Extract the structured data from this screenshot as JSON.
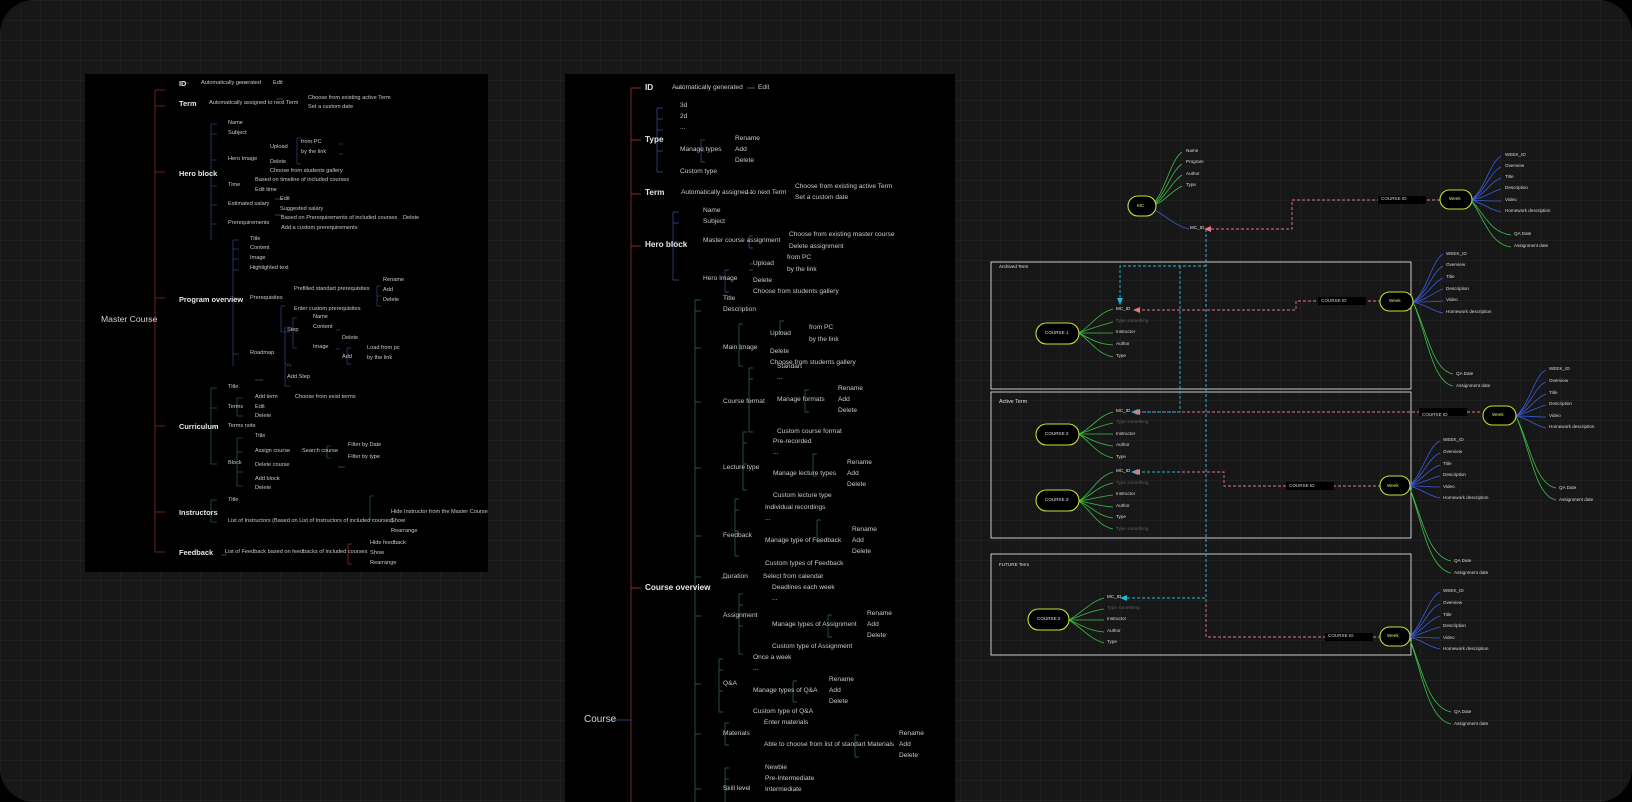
{
  "master_course": {
    "root": "Master Course",
    "id": {
      "label": "ID",
      "auto": "Automatically generated",
      "edit": "Edit"
    },
    "term": {
      "label": "Term",
      "auto": "Automatically assigned to next Term",
      "choose": "Choose from existing active Term",
      "custom": "Set a custom date"
    },
    "hero": {
      "label": "Hero block",
      "name": "Name",
      "subject": "Subject",
      "hero_image": "Hero Image",
      "upload": "Upload",
      "from_pc": "from PC",
      "by_link": "by the link",
      "delete": "Delete",
      "gallery": "Choose from students gallery",
      "time": "Time",
      "timeline": "Based on timeline of included courses",
      "edit_time": "Edit time",
      "salary": "Estimated salary",
      "salary_edit": "Edit",
      "suggested": "Suggested salary",
      "prereq": "Prerequirements",
      "prereq_based": "Based on Prerequirements of included courses",
      "prereq_delete": "Delete",
      "prereq_custom": "Add a custom prerequirements"
    },
    "program": {
      "label": "Program overview",
      "title": "Title",
      "content": "Content",
      "image": "Image",
      "highlighted": "Highlighted text",
      "prerequisites": "Prerequisites",
      "prefilled": "Prefilled standart prerequisites",
      "rename": "Rename",
      "add": "Add",
      "delete": "Delete",
      "custom": "Enter custom prerequisites",
      "roadmap": "Roadmap",
      "step": "Step",
      "step_name": "Name",
      "step_content": "Content",
      "step_image": "Image",
      "img_delete": "Delete",
      "img_add": "Add",
      "load_pc": "Load from pc",
      "by_link": "by the link",
      "ellipsis": "...",
      "add_step": "Add Step"
    },
    "curriculum": {
      "label": "Curriculum",
      "title": "Title",
      "terms": "Terms",
      "add_term": "Add term",
      "existing": "Choose from exist terms",
      "edit": "Edit",
      "delete": "Delete",
      "terms_note": "Terms note",
      "block": "Block",
      "block_title": "Title",
      "assign": "Assign course",
      "search": "Search course",
      "filter_date": "Filter by Date",
      "filter_type": "Filter by type",
      "delete_course": "Delete course",
      "add_block": "Add block",
      "block_delete": "Delete"
    },
    "instructors": {
      "label": "Instructors",
      "title": "Title",
      "list": "List of Instructors (Based on List of Instructors of included courses)",
      "hide": "Hide Instructor from the Master Course",
      "show": "Show",
      "rearrange": "Rearrange"
    },
    "feedback": {
      "label": "Feedback",
      "list": "List of Feedback based on feedbacks of included courses",
      "hide": "Hide feedback",
      "show": "Show",
      "rearrange": "Rearrange"
    }
  },
  "course": {
    "root": "Course",
    "id": {
      "label": "ID",
      "auto": "Automatically generated",
      "edit": "Edit"
    },
    "type": {
      "label": "Type",
      "o1": "3d",
      "o2": "2d",
      "o3": "...",
      "manage": "Manage types",
      "rename": "Rename",
      "add": "Add",
      "delete": "Delete",
      "custom": "Custom type"
    },
    "term": {
      "label": "Term",
      "auto": "Automatically assigned to next Term",
      "choose": "Choose from existing active Term",
      "custom": "Set a custom date"
    },
    "hero": {
      "label": "Hero block",
      "name": "Name",
      "subject": "Subject",
      "master": "Master course assignment",
      "choose_master": "Choose from existing master course",
      "delete_assign": "Delete assignment",
      "hero_image": "Hero Image",
      "upload": "Upload",
      "from_pc": "from PC",
      "by_link": "by the link",
      "delete": "Delete",
      "gallery": "Choose from students gallery"
    },
    "overview": {
      "label": "Course overview",
      "title": "Title",
      "description": "Description",
      "main_image": "Main Image",
      "upload": "Upload",
      "from_pc": "from PC",
      "by_link": "by the link",
      "img_delete": "Delete",
      "gallery": "Choose from students gallery",
      "format": "Course format",
      "standart": "Standart",
      "fmt_ellipsis": "...",
      "manage_formats": "Manage formats",
      "fmt_rename": "Rename",
      "fmt_add": "Add",
      "fmt_delete": "Delete",
      "custom_format": "Custom course format",
      "lecture": "Lecture type",
      "prerecorded": "Pre-recorded",
      "lec_ellipsis": "...",
      "manage_lecture": "Manage lecture types",
      "lec_rename": "Rename",
      "lec_add": "Add",
      "lec_delete": "Delete",
      "custom_lecture": "Custom lecture type",
      "feedback": "Feedback",
      "individual": "Individual recordings",
      "fb_ellipsis": "...",
      "manage_feedback": "Manage type of Feedback",
      "fb_rename": "Rename",
      "fb_add": "Add",
      "fb_delete": "Delete",
      "custom_feedback": "Custom types of Feedback",
      "duration": "Duration",
      "calendar": "Select from calendar",
      "assignment": "Assignment",
      "deadlines": "Deadlines each week",
      "as_ellipsis": "...",
      "manage_assignment": "Manage types of Assignment",
      "as_rename": "Rename",
      "as_add": "Add",
      "as_delete": "Delete",
      "custom_assignment": "Custom type of Assignment",
      "qa": "Q&A",
      "once": "Once a week",
      "qa_ellipsis": "...",
      "manage_qa": "Manage types of Q&A",
      "qa_rename": "Rename",
      "qa_add": "Add",
      "qa_delete": "Delete",
      "custom_qa": "Custom type of Q&A",
      "materials": "Materials",
      "enter_materials": "Enter materials",
      "choose_materials": "Able to choose from list of standart Materials",
      "mat_rename": "Rename",
      "mat_add": "Add",
      "mat_delete": "Delete",
      "skill": "Skill level",
      "newbie": "Newbie",
      "pre_int": "Pre-Intermediate",
      "intermediate": "Intermediate"
    }
  },
  "wireframe": {
    "mc": {
      "node": "MC",
      "fields": [
        "Name",
        "Program",
        "Author",
        "Type"
      ],
      "mc_id": "MC_ID",
      "course_id": "COURSE ID",
      "week": "Week"
    },
    "week_fields": [
      "WEEK_ID",
      "Overview",
      "Title",
      "Description",
      "Video",
      "Homework description",
      "QA Date",
      "Assignment date"
    ],
    "archived": {
      "title": "Archived Term",
      "course": "COURSE 1",
      "mc_id": "MC_ID",
      "fields": [
        "Type something",
        "Instructor",
        "Author",
        "Type"
      ],
      "course_id": "COURSE ID",
      "week": "Week"
    },
    "active": {
      "title": "Active Term",
      "c2": {
        "course": "COURSE 2",
        "mc_id": "MC_ID",
        "fields": [
          "Type something",
          "Instructor",
          "Author",
          "Type"
        ]
      },
      "c3": {
        "course": "COURSE 3",
        "mc_id": "MC_ID",
        "fields": [
          "Type something",
          "Instructor",
          "Author",
          "Type",
          "Type something"
        ]
      },
      "course_id": "COURSE ID",
      "week": "Week"
    },
    "future": {
      "title": "FUTURE Term",
      "course": "COURSE 2",
      "mc_id": "MC_ID",
      "fields": [
        "Type something",
        "Instructor",
        "Author",
        "Type"
      ],
      "course_id": "COURSE ID",
      "week": "Week"
    }
  },
  "colors": {
    "canvas": "#171717",
    "panel": "#000000",
    "lime": "#c8e034",
    "cyan": "#1fb8d6",
    "pink": "#e8737f",
    "blue": "#3b5bdb",
    "green": "#3bbf4a",
    "red_branch": "#8a2b2b"
  }
}
